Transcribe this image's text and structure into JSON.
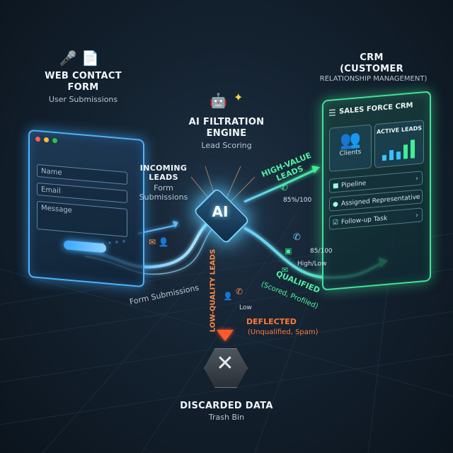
{
  "web_form": {
    "title_line1": "WEB CONTACT",
    "title_line2": "FORM",
    "subtitle": "User Submissions",
    "fields": [
      "Name",
      "Email",
      "Message"
    ]
  },
  "incoming": {
    "title_line1": "INCOMING",
    "title_line2": "LEADS",
    "sub_line1": "Form",
    "sub_line2": "Submissions"
  },
  "form_submissions_label": "Form Submissions",
  "ai_engine": {
    "title_line1": "AI FILTRATION",
    "title_line2": "ENGINE",
    "subtitle": "Lead Scoring",
    "chip_label": "AI"
  },
  "crm": {
    "title_line1": "CRM",
    "title_line2": "(CUSTOMER",
    "title_line3": "RELATIONSHIP MANAGEMENT)",
    "panel_title": "SALES FORCE CRM",
    "clients_label": "Clients",
    "active_leads_label": "ACTIVE LEADS",
    "rows": [
      "Pipeline",
      "Assigned Representative",
      "Follow-up Task"
    ]
  },
  "high_value": {
    "label_line1": "HIGH-VALUE",
    "label_line2": "LEADS",
    "score": "85%/100"
  },
  "qualified": {
    "score": "85/100",
    "level": "High/Low",
    "label": "QUALIFIED",
    "sub": "(Scored, Profiled)"
  },
  "low_quality": {
    "label": "LOW-QUALITY LEADS",
    "level": "Low",
    "deflected": "DEFLECTED",
    "deflected_sub": "(Unqualified, Spam)"
  },
  "discard": {
    "title": "DISCARDED DATA",
    "subtitle": "Trash Bin",
    "icon": "x-icon"
  },
  "colors": {
    "form_blue": "#4fb3ff",
    "crm_green": "#43e39a",
    "reject_orange": "#ff7a3c",
    "ai_cyan": "#7fd6ff"
  }
}
